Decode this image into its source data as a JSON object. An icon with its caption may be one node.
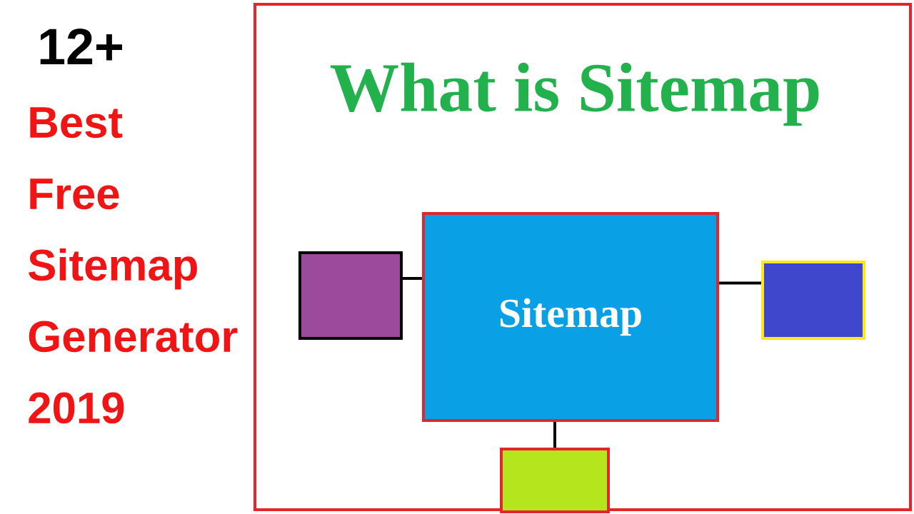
{
  "diagram": {
    "title": "What is Sitemap",
    "nodes": [
      {
        "text": [
          "Sitemap"
        ]
      },
      {
        "text": [],
        "shape": "box"
      },
      {
        "text": [],
        "shape": "box"
      },
      {
        "text": [],
        "shape": "box"
      }
    ],
    "edges": [
      {
        "from": 1,
        "to": 0,
        "arrow": "none"
      },
      {
        "from": 0,
        "to": 2,
        "arrow": "none"
      },
      {
        "from": 0,
        "to": 3,
        "arrow": "none"
      }
    ],
    "labels": [
      "12+",
      "Best Free Sitemap Generator 2019"
    ]
  }
}
